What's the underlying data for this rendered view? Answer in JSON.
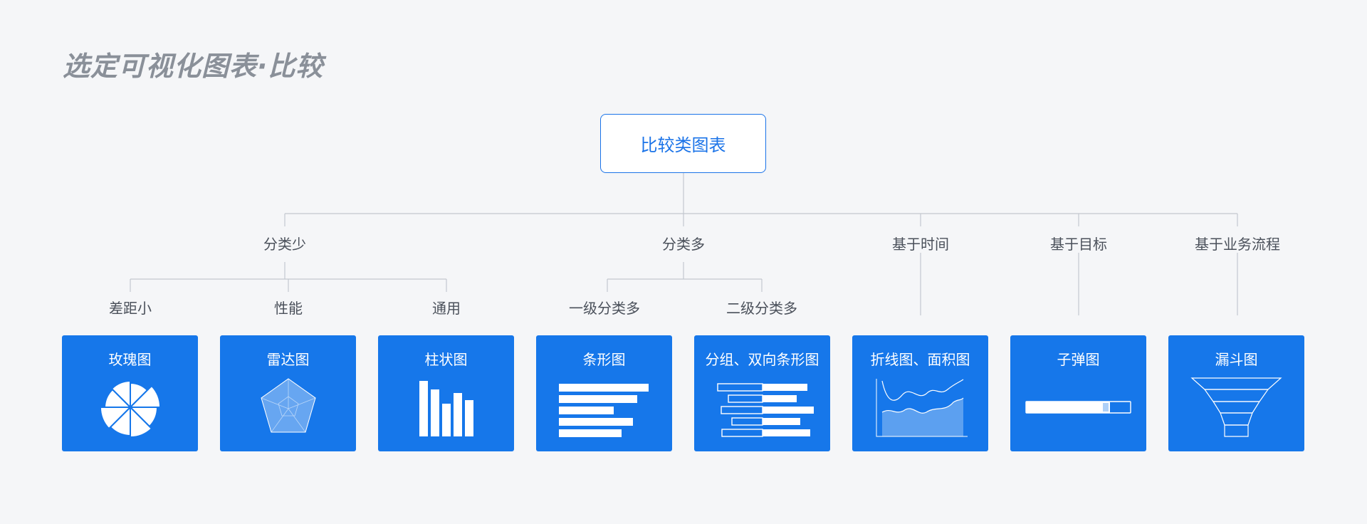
{
  "page": {
    "title": "选定可视化图表·比较"
  },
  "root": {
    "label": "比较类图表"
  },
  "branches": {
    "few": "分类少",
    "many": "分类多",
    "time": "基于时间",
    "target": "基于目标",
    "process": "基于业务流程"
  },
  "sub_branches": {
    "gap_small": "差距小",
    "performance": "性能",
    "general": "通用",
    "level_one": "一级分类多",
    "level_two": "二级分类多"
  },
  "cards": [
    {
      "title": "玫瑰图",
      "icon": "rose-chart-icon"
    },
    {
      "title": "雷达图",
      "icon": "radar-chart-icon"
    },
    {
      "title": "柱状图",
      "icon": "column-chart-icon"
    },
    {
      "title": "条形图",
      "icon": "bar-chart-icon"
    },
    {
      "title": "分组、双向条形图",
      "icon": "grouped-bar-chart-icon"
    },
    {
      "title": "折线图、面积图",
      "icon": "line-area-chart-icon"
    },
    {
      "title": "子弹图",
      "icon": "bullet-chart-icon"
    },
    {
      "title": "漏斗图",
      "icon": "funnel-chart-icon"
    }
  ],
  "colors": {
    "accent": "#1677ea",
    "root_text": "#1a73e8",
    "title_text": "#8a9099",
    "label_text": "#4a505a",
    "connector": "#c3c8cf",
    "background": "#f5f6f8"
  }
}
